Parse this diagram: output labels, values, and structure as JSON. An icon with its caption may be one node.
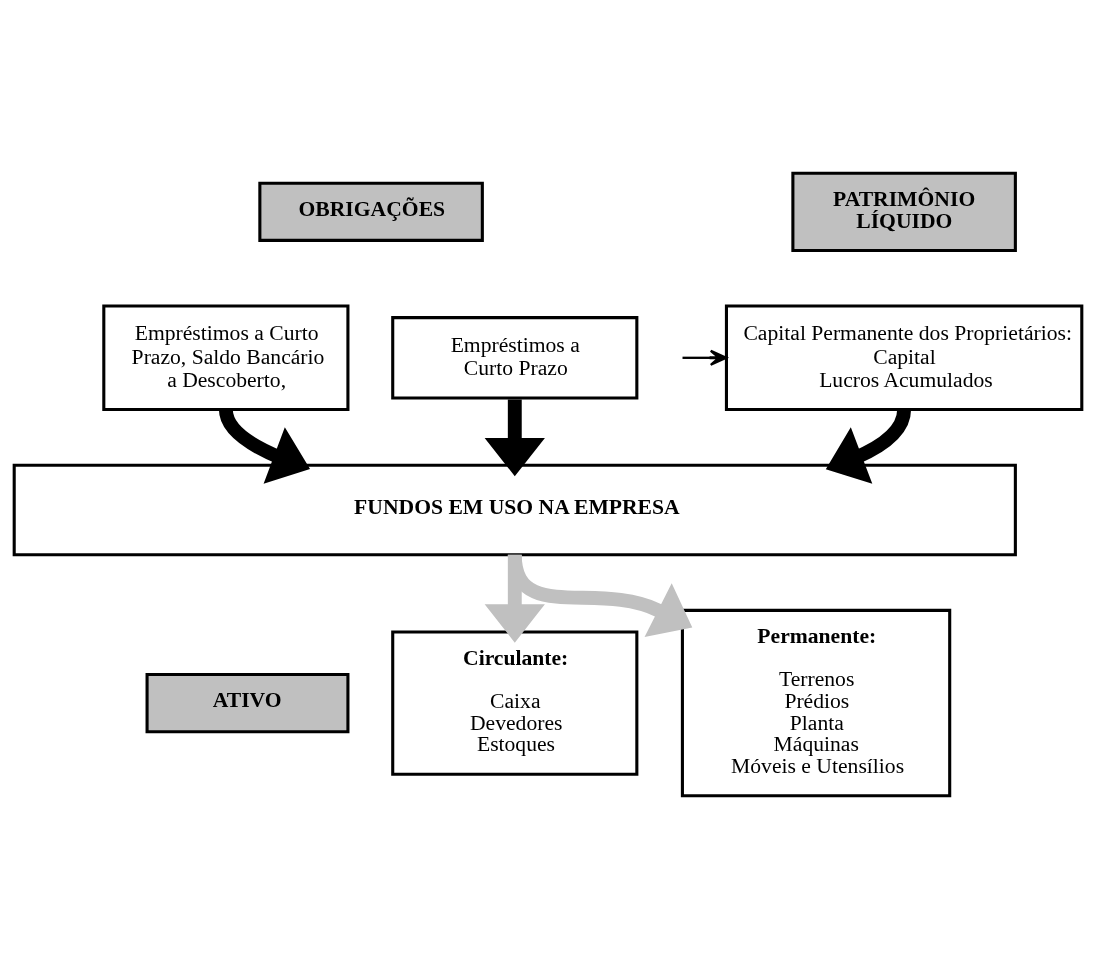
{
  "diagram": {
    "nodes": [
      {
        "text": [
          "OBRIGAÇÕES"
        ]
      },
      {
        "text": [
          "PATRIMÔNIO LÍQUIDO"
        ]
      },
      {
        "text": [
          "Empréstimos a Curto Prazo, Saldo Bancário a Descoberto,"
        ]
      },
      {
        "text": [
          "Empréstimos a Curto Prazo"
        ]
      },
      {
        "text": [
          "Capital Permanente dos Proprietários:",
          "Capital",
          "Lucros Acumulados"
        ]
      },
      {
        "text": [
          "FUNDOS EM USO NA EMPRESA"
        ]
      },
      {
        "text": [
          "ATIVO"
        ]
      },
      {
        "text": [
          "Circulante:",
          "Caixa",
          "Devedores",
          "Estoques"
        ]
      },
      {
        "text": [
          "Permanente:",
          "Terrenos",
          "Prédios",
          "Planta",
          "Máquinas",
          "Móveis e Utensílios"
        ]
      }
    ],
    "edges": [
      {
        "from": 2,
        "to": 5,
        "arrow": "to"
      },
      {
        "from": 3,
        "to": 5,
        "arrow": "to"
      },
      {
        "from": 4,
        "to": 5,
        "arrow": "to"
      },
      {
        "from": 5,
        "to": 7,
        "arrow": "to",
        "color": "#c0c0c0"
      },
      {
        "from": 5,
        "to": 8,
        "arrow": "to",
        "color": "#c0c0c0"
      },
      {
        "from": null,
        "to": 4,
        "arrow": "to"
      }
    ]
  }
}
